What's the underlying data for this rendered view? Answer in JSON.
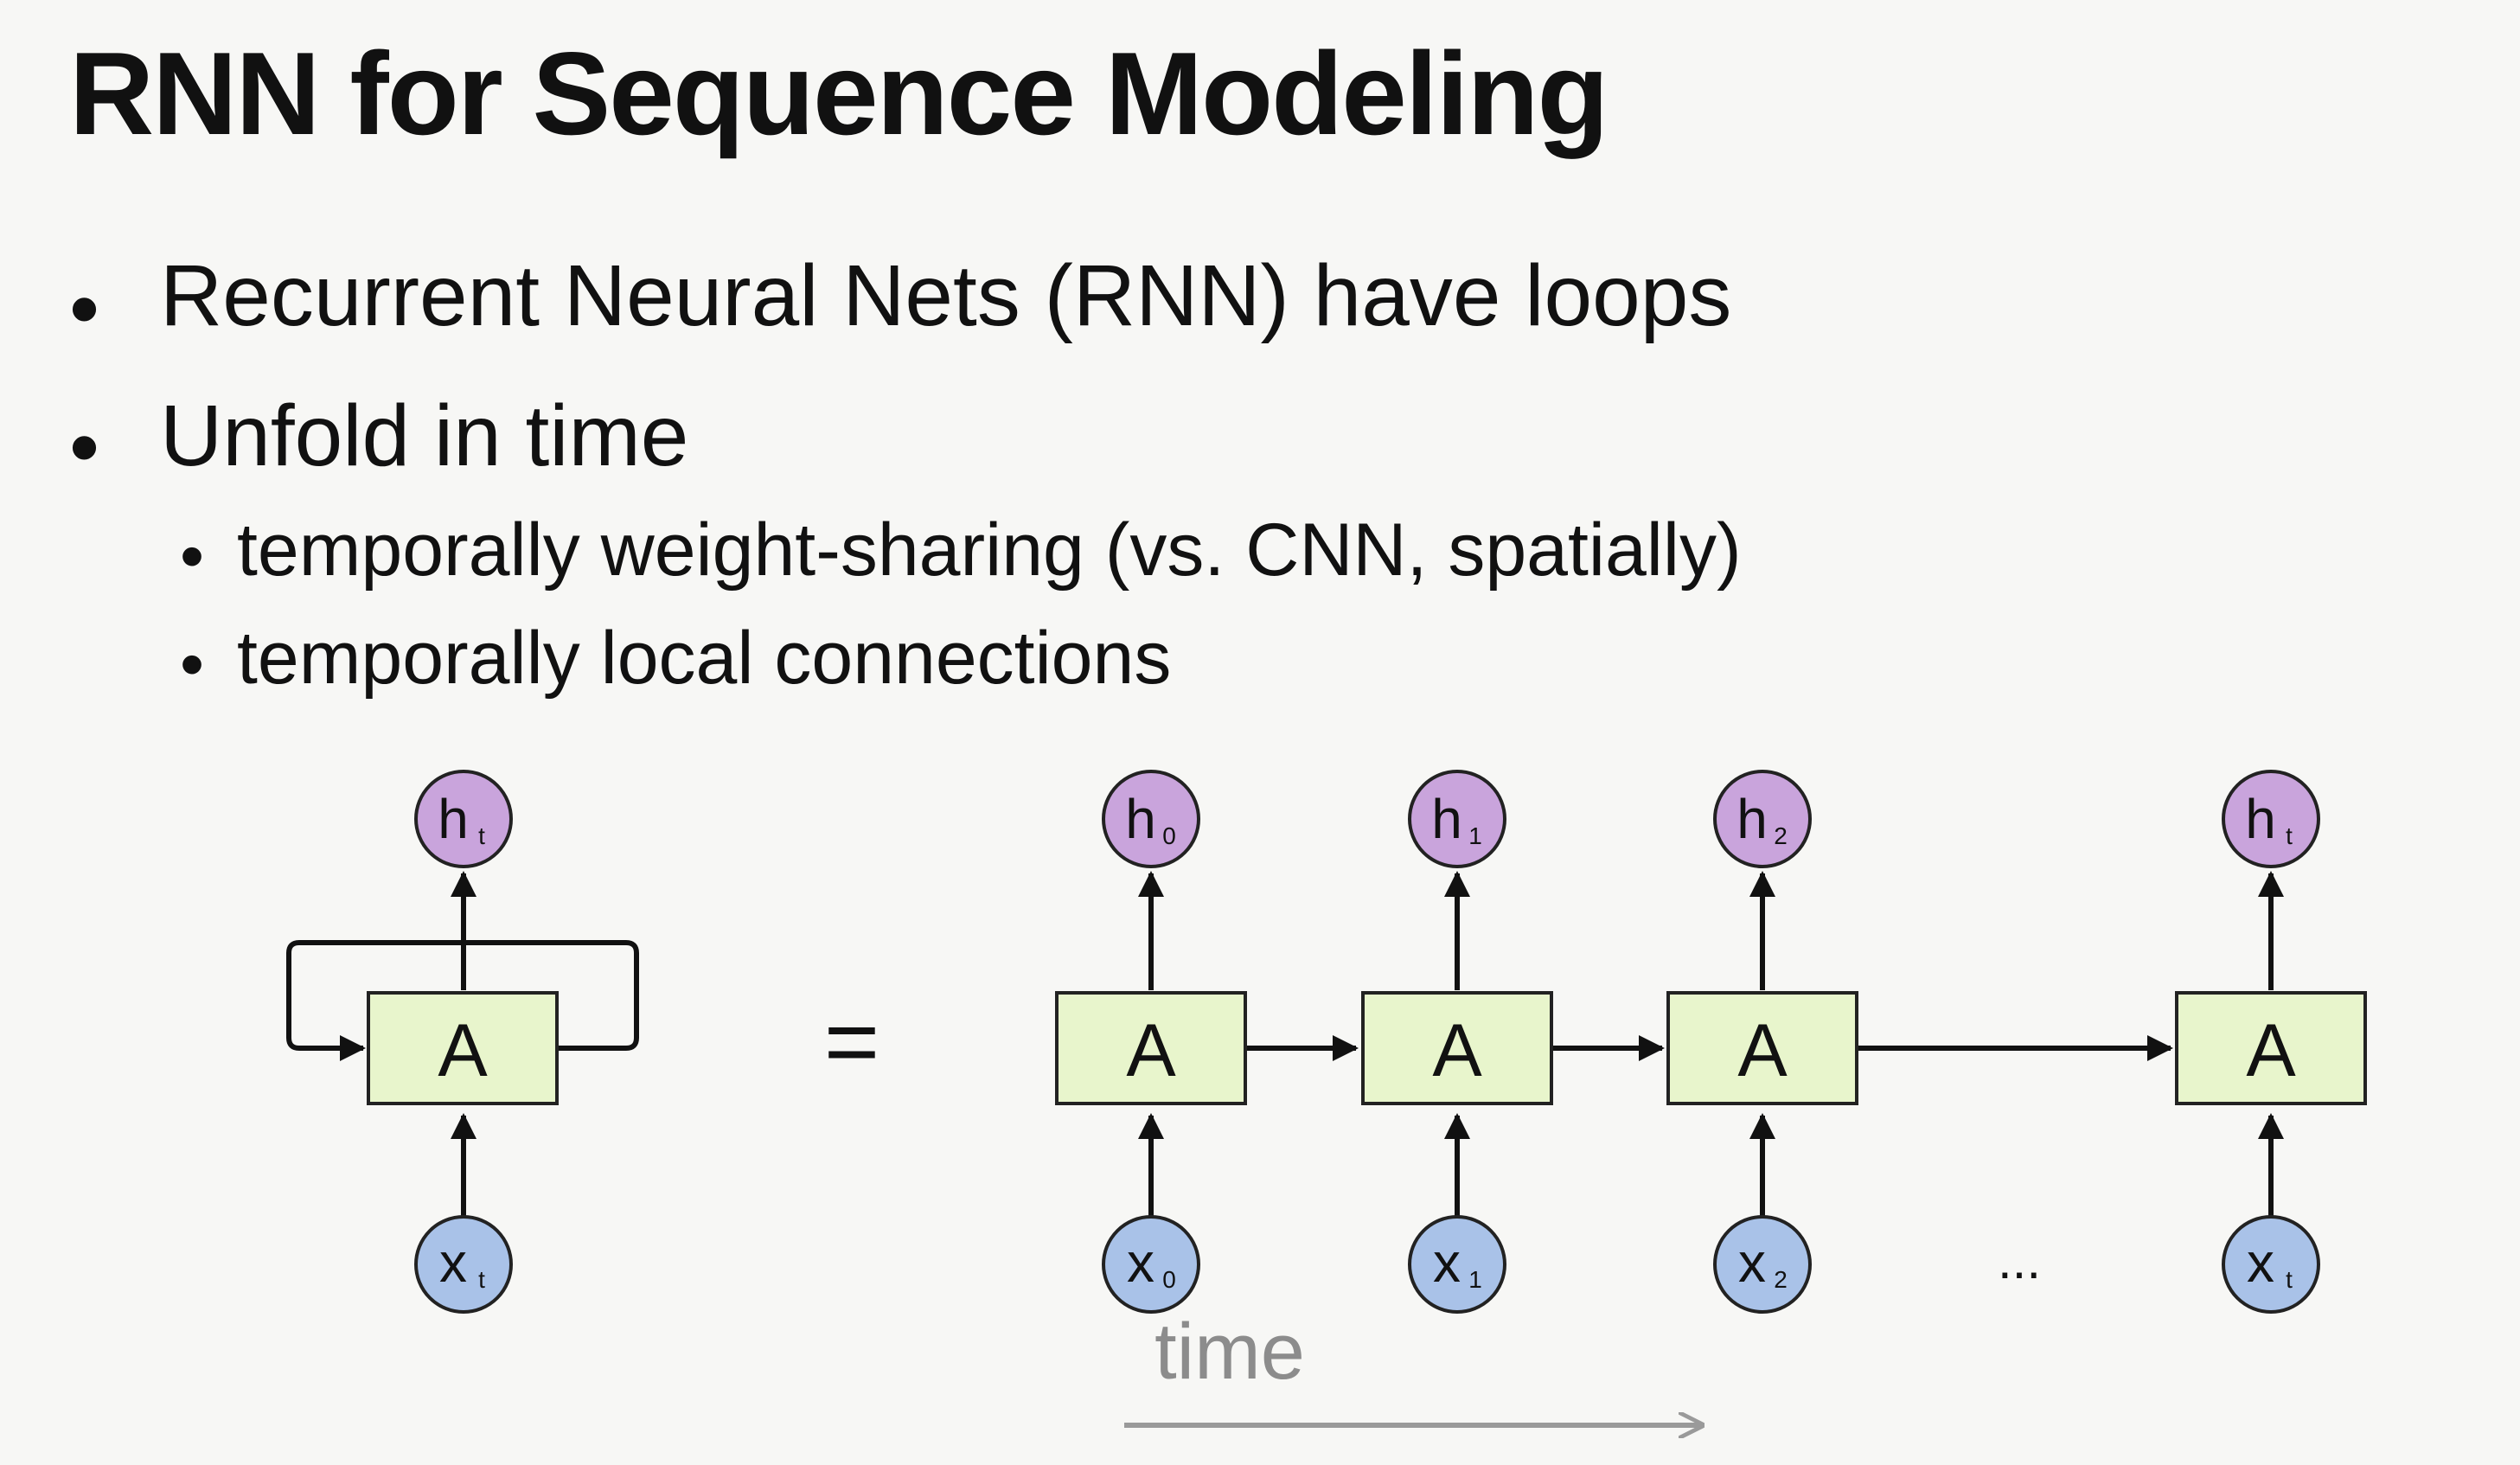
{
  "slide": {
    "title": "RNN for Sequence Modeling",
    "bullets": [
      "Recurrent Neural Nets (RNN) have loops",
      "Unfold in time"
    ],
    "sub_bullets": [
      "temporally weight-sharing (vs. CNN, spatially)",
      "temporally local connections"
    ],
    "bullet_glyph": "•"
  },
  "diagram": {
    "cell_label": "A",
    "equals": "=",
    "ellipsis": "...",
    "time_label": "time",
    "folded": {
      "h": "h",
      "h_sub": "t",
      "x": "x",
      "x_sub": "t"
    },
    "unrolled": [
      {
        "h": "h",
        "h_sub": "0",
        "x": "x",
        "x_sub": "0"
      },
      {
        "h": "h",
        "h_sub": "1",
        "x": "x",
        "x_sub": "1"
      },
      {
        "h": "h",
        "h_sub": "2",
        "x": "x",
        "x_sub": "2"
      },
      {
        "h": "h",
        "h_sub": "t",
        "x": "x",
        "x_sub": "t"
      }
    ],
    "colors": {
      "cell_fill": "#e8f5cc",
      "hidden_node_fill": "#c9a4dc",
      "input_node_fill": "#a9c2e8",
      "time_color": "#8c8c8c"
    }
  }
}
